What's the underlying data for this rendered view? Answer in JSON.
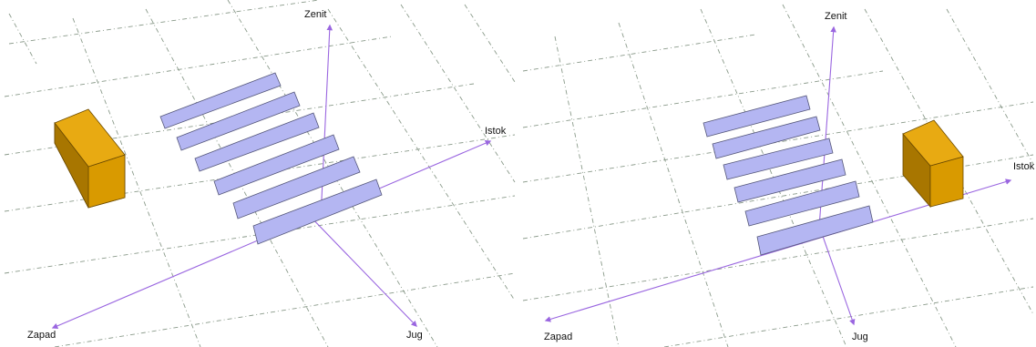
{
  "labels": {
    "zenith": "Zenit",
    "east": "Istok",
    "west": "Zapad",
    "south": "Jug"
  },
  "colors": {
    "panel_fill": "#b4b6f2",
    "building_fill": "#d99a00",
    "axis": "#9a66e0",
    "grid": "#8a9a8a"
  },
  "scenes": [
    {
      "id": "left",
      "building_side": "west"
    },
    {
      "id": "right",
      "building_side": "east"
    }
  ]
}
